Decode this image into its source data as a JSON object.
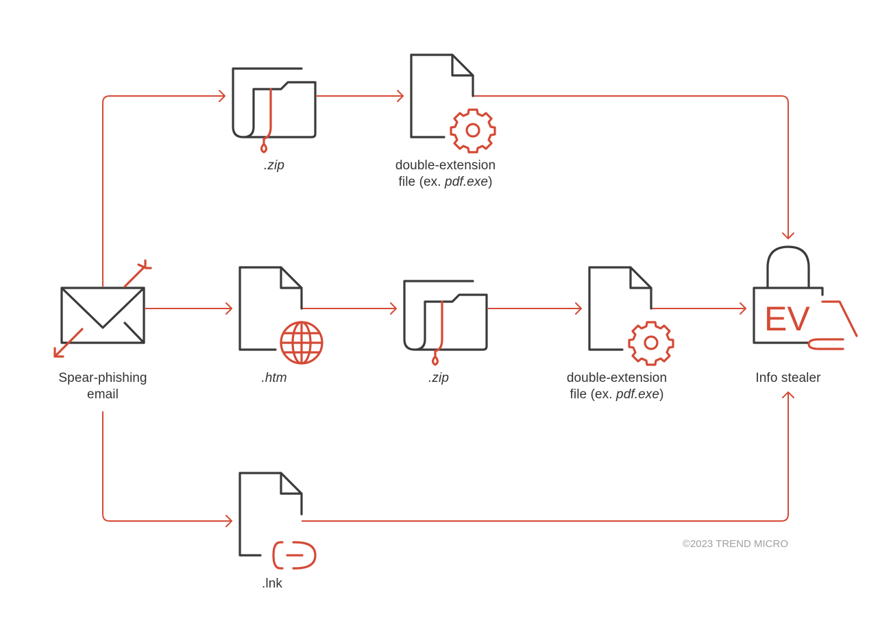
{
  "nodes": {
    "email": {
      "line1": "Spear-phishing",
      "line2": "email",
      "icon": "envelope-icon"
    },
    "zip_top": {
      "label": ".zip",
      "icon": "folder-zip-icon"
    },
    "double_ext_top": {
      "line1": "double-extension",
      "line2_prefix": "file (ex. ",
      "line2_italic": "pdf.exe",
      "line2_suffix": ")",
      "icon": "file-gear-icon"
    },
    "htm": {
      "label": ".htm",
      "icon": "file-globe-icon"
    },
    "zip_mid": {
      "label": ".zip",
      "icon": "folder-zip-icon"
    },
    "double_ext_mid": {
      "line1": "double-extension",
      "line2_prefix": "file (ex. ",
      "line2_italic": "pdf.exe",
      "line2_suffix": ")",
      "icon": "file-gear-icon"
    },
    "info_stealer": {
      "label": "Info stealer",
      "icon": "padlock-ev-icon",
      "lock_text": "EV"
    },
    "lnk": {
      "label": ".lnk",
      "icon": "file-link-icon"
    }
  },
  "copyright": "©2023 TREND MICRO",
  "colors": {
    "accent": "#d44a35",
    "ink": "#3a3a3a",
    "muted": "#a0a0a0"
  }
}
